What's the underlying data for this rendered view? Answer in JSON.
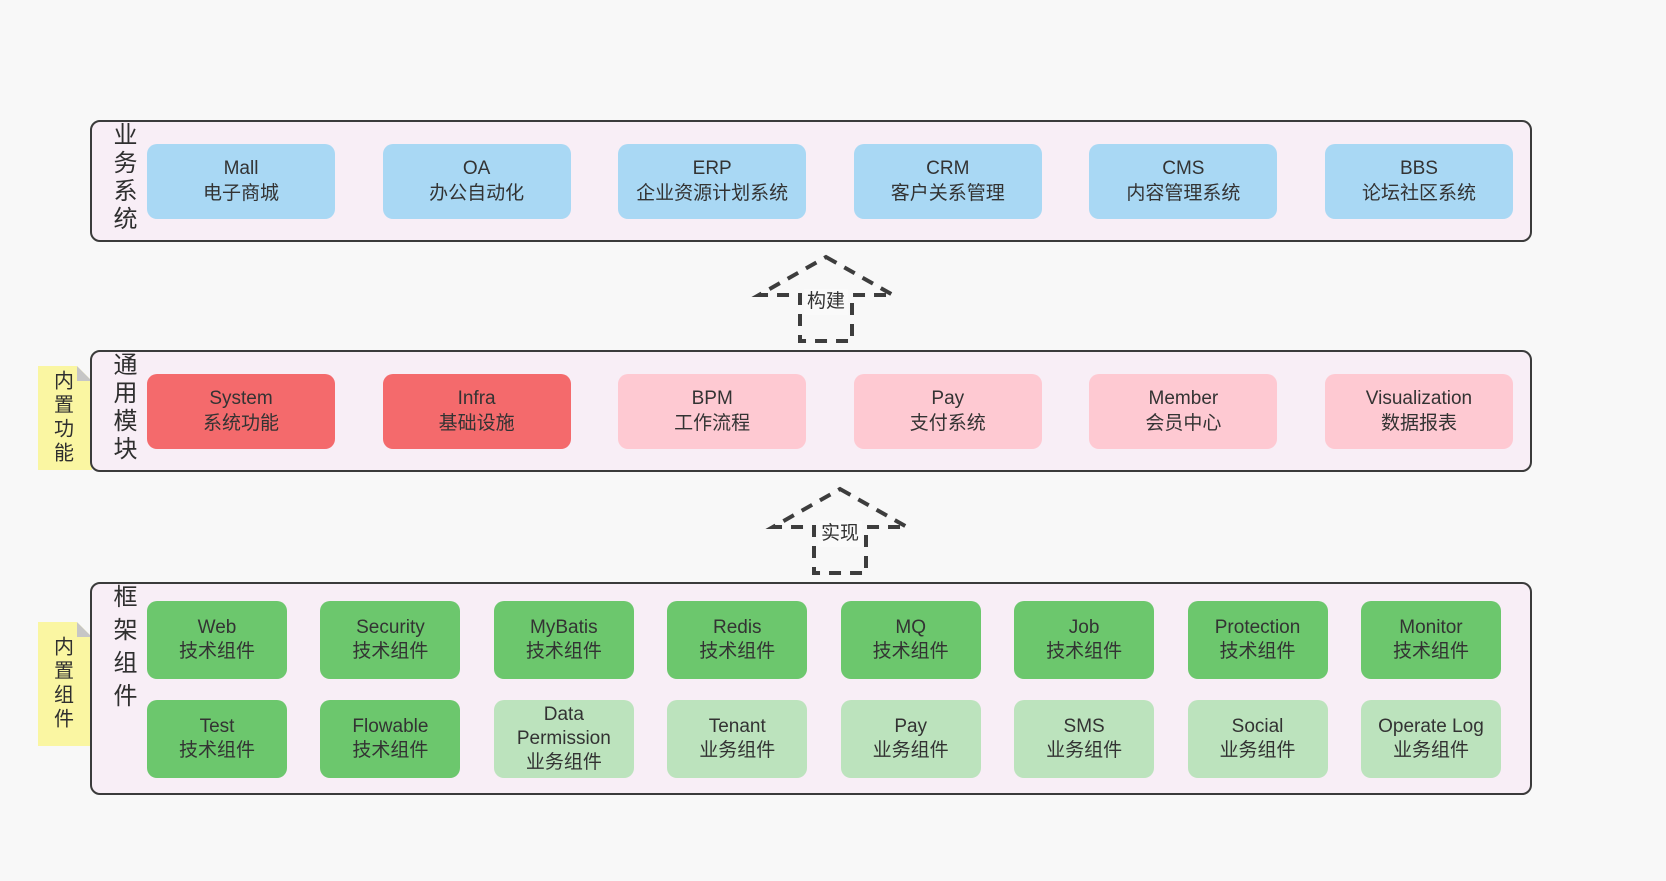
{
  "colors": {
    "page_bg": "#f8f8f8",
    "layer_bg": "#f8eef6",
    "layer_border": "#3b3b3b",
    "blue_box": "#a9d8f4",
    "red_box": "#f46a6c",
    "pink_box": "#fec9d2",
    "green_box": "#6cc76d",
    "light_green_box": "#bce3bd",
    "note_bg": "#faf6a2",
    "note_fold": "#c6c6c6",
    "text": "#333333"
  },
  "layers": {
    "business": {
      "side_label": "业务系统",
      "boxes": [
        {
          "title": "Mall",
          "subtitle": "电子商城"
        },
        {
          "title": "OA",
          "subtitle": "办公自动化"
        },
        {
          "title": "ERP",
          "subtitle": "企业资源计划系统"
        },
        {
          "title": "CRM",
          "subtitle": "客户关系管理"
        },
        {
          "title": "CMS",
          "subtitle": "内容管理系统"
        },
        {
          "title": "BBS",
          "subtitle": "论坛社区系统"
        }
      ]
    },
    "modules": {
      "side_label": "通用模块",
      "note": "内置功能",
      "boxes": [
        {
          "title": "System",
          "subtitle": "系统功能"
        },
        {
          "title": "Infra",
          "subtitle": "基础设施"
        },
        {
          "title": "BPM",
          "subtitle": "工作流程"
        },
        {
          "title": "Pay",
          "subtitle": "支付系统"
        },
        {
          "title": "Member",
          "subtitle": "会员中心"
        },
        {
          "title": "Visualization",
          "subtitle": "数据报表"
        }
      ]
    },
    "components": {
      "side_label": "框架组件",
      "note": "内置组件",
      "row1": [
        {
          "title": "Web",
          "subtitle": "技术组件"
        },
        {
          "title": "Security",
          "subtitle": "技术组件"
        },
        {
          "title": "MyBatis",
          "subtitle": "技术组件"
        },
        {
          "title": "Redis",
          "subtitle": "技术组件"
        },
        {
          "title": "MQ",
          "subtitle": "技术组件"
        },
        {
          "title": "Job",
          "subtitle": "技术组件"
        },
        {
          "title": "Protection",
          "subtitle": "技术组件"
        },
        {
          "title": "Monitor",
          "subtitle": "技术组件"
        }
      ],
      "row2": [
        {
          "title": "Test",
          "subtitle": "技术组件"
        },
        {
          "title": "Flowable",
          "subtitle": "技术组件"
        },
        {
          "title": "Data Permission",
          "subtitle": "业务组件"
        },
        {
          "title": "Tenant",
          "subtitle": "业务组件"
        },
        {
          "title": "Pay",
          "subtitle": "业务组件"
        },
        {
          "title": "SMS",
          "subtitle": "业务组件"
        },
        {
          "title": "Social",
          "subtitle": "业务组件"
        },
        {
          "title": "Operate Log",
          "subtitle": "业务组件"
        }
      ]
    }
  },
  "arrows": {
    "build": {
      "label": "构建"
    },
    "implement": {
      "label": "实现"
    }
  }
}
